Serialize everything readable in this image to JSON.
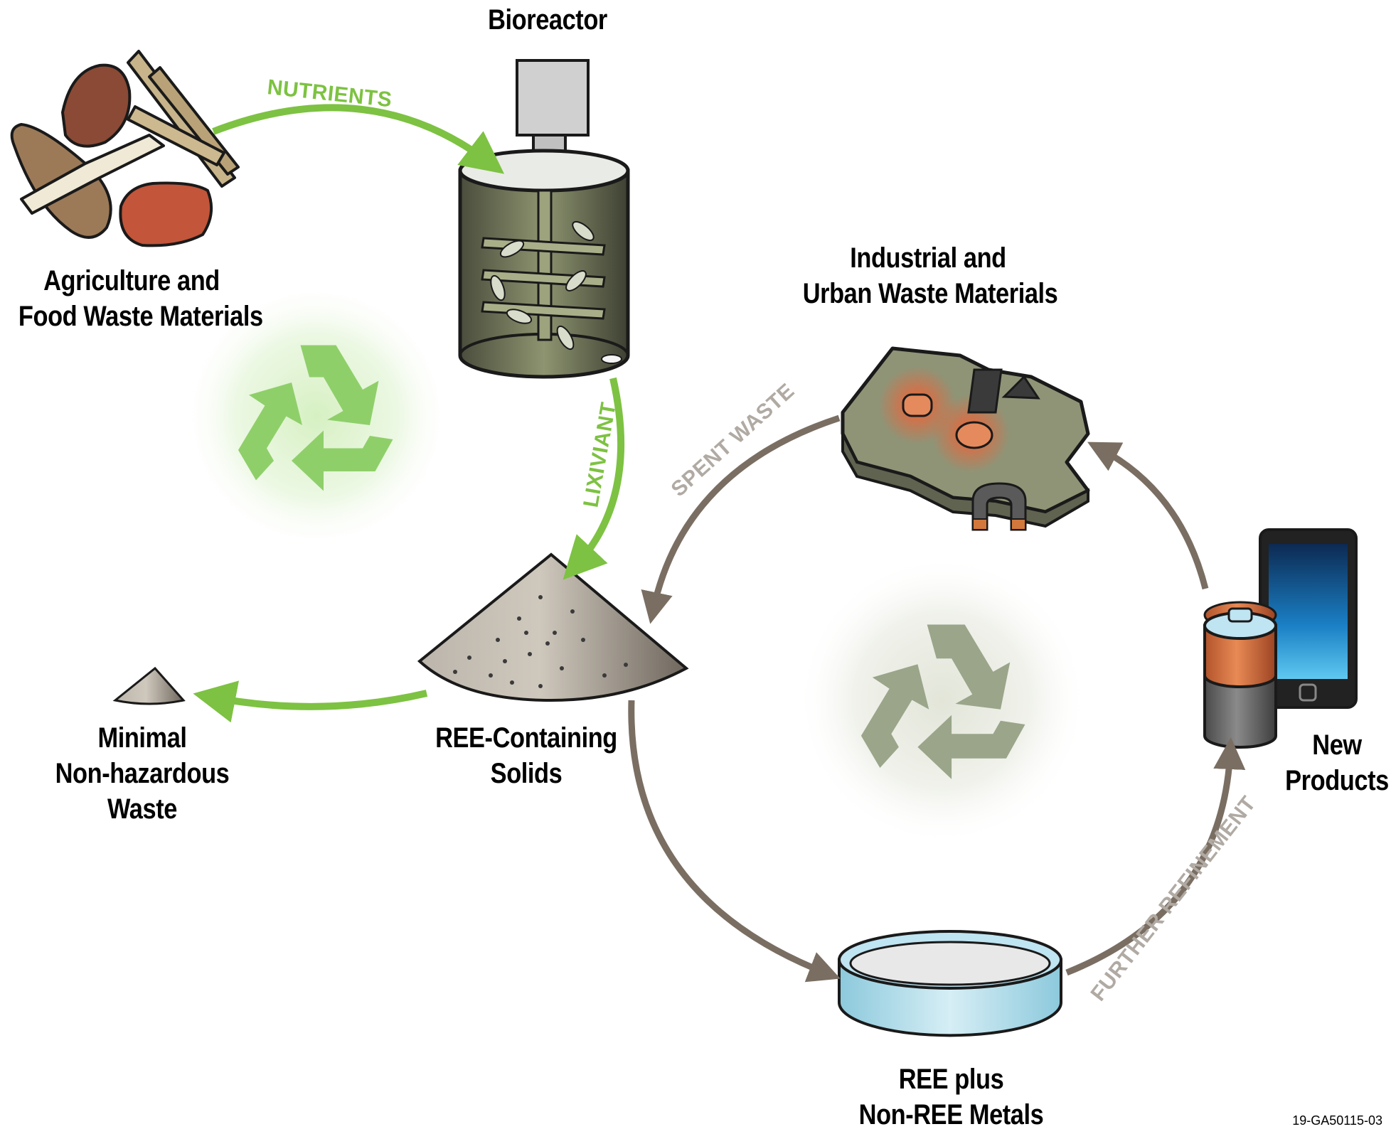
{
  "nodes": {
    "bioreactor": {
      "label": "Bioreactor"
    },
    "agriculture": {
      "line1": "Agriculture and",
      "line2": "Food Waste Materials"
    },
    "industrial": {
      "line1": "Industrial and",
      "line2": "Urban Waste Materials"
    },
    "ree_solids": {
      "line1": "REE-Containing",
      "line2": "Solids"
    },
    "minimal_waste": {
      "line1": "Minimal",
      "line2": "Non-hazardous",
      "line3": "Waste"
    },
    "new_products": {
      "line1": "New",
      "line2": "Products"
    },
    "ree_metals": {
      "line1": "REE plus",
      "line2": "Non-REE Metals"
    }
  },
  "edges": {
    "nutrients": "NUTRIENTS",
    "lixiviant": "LIXIVIANT",
    "spent_waste": "SPENT WASTE",
    "further_refinement": "FURTHER REFINEMENT"
  },
  "figure_code": "19-GA50115-03",
  "colors": {
    "green_arrow": "#7dc242",
    "brown_arrow": "#7a6e62",
    "edge_label_gray": "#b0aaa3",
    "recycle_green": "#8fcf6a",
    "recycle_olive": "#9aa58a"
  }
}
